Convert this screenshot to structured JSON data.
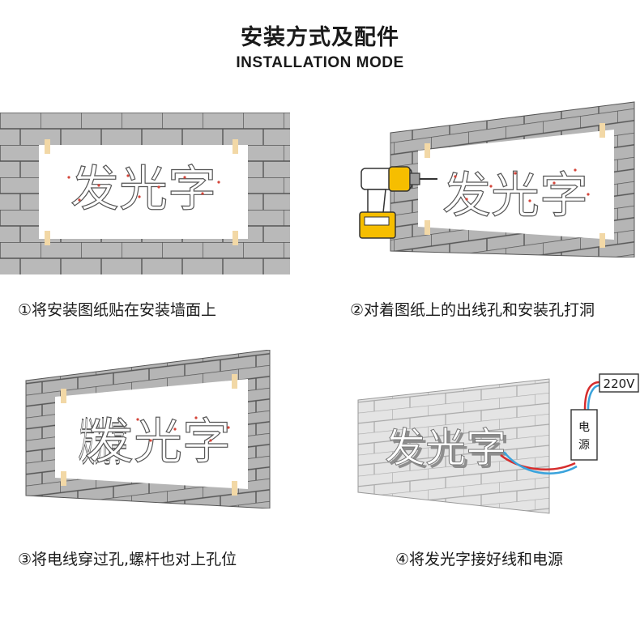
{
  "header": {
    "title": "安装方式及配件",
    "subtitle": "INSTALLATION MODE"
  },
  "sign_text": "发光字",
  "steps": [
    {
      "caption": "①将安装图纸贴在安装墙面上"
    },
    {
      "caption": "②对着图纸上的出线孔和安装孔打洞"
    },
    {
      "caption": "③将电线穿过孔,螺杆也对上孔位"
    },
    {
      "caption": "④将发光字接好线和电源"
    }
  ],
  "power": {
    "voltage_label": "220V",
    "supply_label_1": "电",
    "supply_label_2": "源"
  },
  "icons": [
    "drill-icon",
    "power-supply-icon"
  ],
  "colors": {
    "brick": "#b9b9b9",
    "brick_dark": "#a3a3a3",
    "mortar": "#555555",
    "paper": "#ffffff",
    "tape": "#f2d8a6",
    "hole": "#d4453a",
    "drill_yellow": "#f6be00",
    "wire_red": "#d62d2d",
    "wire_blue": "#3aa3dc"
  }
}
